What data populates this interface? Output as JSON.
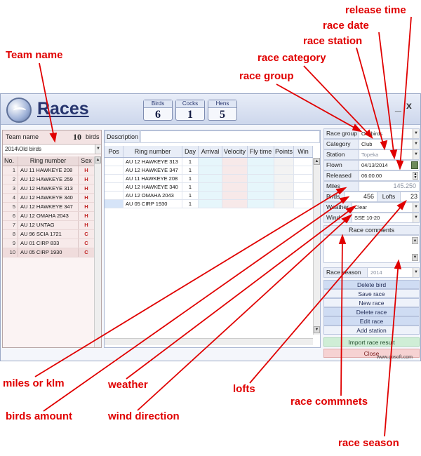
{
  "annotations": {
    "release_time": "release time",
    "race_date": "race date",
    "race_station": "race station",
    "race_category": "race category",
    "race_group": "race group",
    "team_name": "Team name",
    "miles_or_klm": "miles or klm",
    "weather": "weather",
    "lofts": "lofts",
    "race_comments": "race commnets",
    "birds_amount": "birds amount",
    "wind_direction": "wind direction",
    "race_season": "race season"
  },
  "window": {
    "title": "Races",
    "minimize": "_",
    "close": "x",
    "counters": [
      {
        "label": "Birds",
        "value": "6"
      },
      {
        "label": "Cocks",
        "value": "1"
      },
      {
        "label": "Hens",
        "value": "5"
      }
    ]
  },
  "team": {
    "label": "Team name",
    "count": "10",
    "unit": "birds",
    "selected": "2014\\Old birds"
  },
  "birds_table": {
    "headers": [
      "No.",
      "Ring number",
      "Sex"
    ],
    "rows": [
      {
        "no": "1",
        "ring": "AU 11 HAWKEYE 208",
        "sex": "H"
      },
      {
        "no": "2",
        "ring": "AU 12 HAWKEYE 259",
        "sex": "H"
      },
      {
        "no": "3",
        "ring": "AU 12 HAWKEYE 313",
        "sex": "H"
      },
      {
        "no": "4",
        "ring": "AU 12 HAWKEYE 340",
        "sex": "H"
      },
      {
        "no": "5",
        "ring": "AU 12 HAWKEYE 347",
        "sex": "H"
      },
      {
        "no": "6",
        "ring": "AU 12 OMAHA 2043",
        "sex": "H"
      },
      {
        "no": "7",
        "ring": "AU 12 UNTAG",
        "sex": "H"
      },
      {
        "no": "8",
        "ring": "AU 96 SCIA 1721",
        "sex": "C"
      },
      {
        "no": "9",
        "ring": "AU 01 CIRP 833",
        "sex": "C"
      },
      {
        "no": "10",
        "ring": "AU 05 CIRP 1930",
        "sex": "C"
      }
    ]
  },
  "race_table": {
    "description_label": "Description",
    "headers": [
      "Pos",
      "Ring number",
      "Day",
      "Arrival",
      "Velocity",
      "Fly time",
      "Points",
      "Win"
    ],
    "rows": [
      {
        "ring": "AU 12 HAWKEYE 313",
        "day": "1"
      },
      {
        "ring": "AU 12 HAWKEYE 347",
        "day": "1"
      },
      {
        "ring": "AU 11 HAWKEYE 208",
        "day": "1"
      },
      {
        "ring": "AU 12 HAWKEYE 340",
        "day": "1"
      },
      {
        "ring": "AU 12 OMAHA 2043",
        "day": "1"
      },
      {
        "ring": "AU 05 CIRP 1930",
        "day": "1"
      }
    ]
  },
  "race": {
    "group_label": "Race group",
    "group_value": "Old birds",
    "category_label": "Category",
    "category_value": "Club",
    "station_label": "Station",
    "station_value": "Topeka",
    "flown_label": "Flown",
    "flown_value": "04/13/2014",
    "released_label": "Released",
    "released_value": "06:00:00",
    "miles_label": "Miles",
    "miles_value": "145.250",
    "birds_label": "Birds",
    "birds_value": "456",
    "lofts_label": "Lofts",
    "lofts_value": "23",
    "weather_label": "Weather",
    "weather_value": "Clear",
    "wind_label": "Wind",
    "wind_value": "SSE 10-20",
    "comments_label": "Race comments",
    "season_label": "Race season",
    "season_value": "2014"
  },
  "actions": {
    "delete_bird": "Delete bird",
    "save_race": "Save race",
    "new_race": "New race",
    "delete_race": "Delete race",
    "edit_race": "Edit race",
    "add_station": "Add station",
    "import_results": "Import race result",
    "close": "Close"
  },
  "footer": {
    "copyright": "www.posoft.com"
  }
}
